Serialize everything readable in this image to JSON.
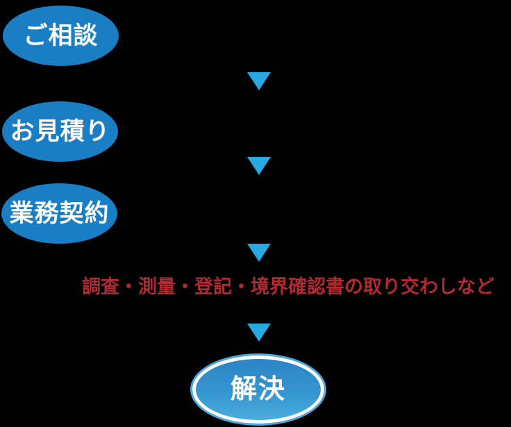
{
  "flow": {
    "steps": [
      {
        "label": "ご相談"
      },
      {
        "label": "お見積り"
      },
      {
        "label": "業務契約"
      }
    ],
    "process_note": "調査・測量・登記・境界確認書の取り交わしなど",
    "final": {
      "label": "解決"
    }
  },
  "colors": {
    "step_ellipse_blue": "#1a7ec4",
    "arrow_blue": "#29a9e0",
    "note_red": "#b02a32",
    "final_gradient_top": "#2c85c6",
    "final_gradient_bottom": "#4baedd",
    "final_ring_white": "#ffffff",
    "final_outer_stroke": "#49a9dc",
    "step_text": "#ffffff",
    "background": "#000000"
  }
}
